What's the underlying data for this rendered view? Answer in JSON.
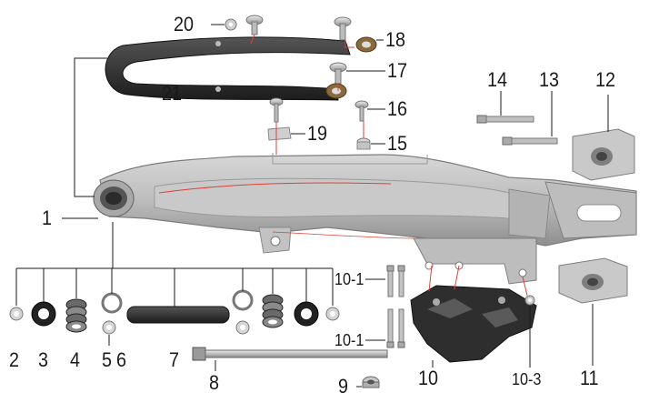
{
  "colors": {
    "frame": "#b9b9b9",
    "frame_dark": "#8e8e8e",
    "rubber": "#2b2b2b",
    "leader": "#1a1a1a",
    "accent_line": "#e0413a",
    "bronze": "#8a6a3c"
  },
  "callouts": [
    {
      "id": "c1",
      "text": "1"
    },
    {
      "id": "c2",
      "text": "2"
    },
    {
      "id": "c3",
      "text": "3"
    },
    {
      "id": "c4",
      "text": "4"
    },
    {
      "id": "c5",
      "text": "5"
    },
    {
      "id": "c6",
      "text": "6"
    },
    {
      "id": "c7",
      "text": "7"
    },
    {
      "id": "c8",
      "text": "8"
    },
    {
      "id": "c9",
      "text": "9"
    },
    {
      "id": "c10",
      "text": "10"
    },
    {
      "id": "c10_1a",
      "text": "10-1"
    },
    {
      "id": "c10_1b",
      "text": "10-1"
    },
    {
      "id": "c10_3",
      "text": "10-3"
    },
    {
      "id": "c11",
      "text": "11"
    },
    {
      "id": "c12",
      "text": "12"
    },
    {
      "id": "c13",
      "text": "13"
    },
    {
      "id": "c14",
      "text": "14"
    },
    {
      "id": "c15",
      "text": "15"
    },
    {
      "id": "c16",
      "text": "16"
    },
    {
      "id": "c17",
      "text": "17"
    },
    {
      "id": "c18",
      "text": "18"
    },
    {
      "id": "c19",
      "text": "19"
    },
    {
      "id": "c20",
      "text": "20"
    },
    {
      "id": "c21",
      "text": "21"
    }
  ]
}
